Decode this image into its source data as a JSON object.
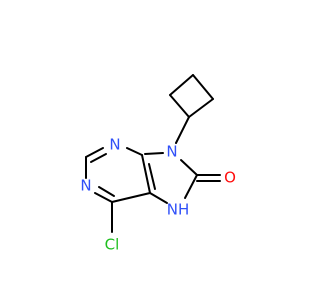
{
  "molecule": {
    "atoms": {
      "n_top_left": {
        "label": "N",
        "color": "#3050F8"
      },
      "n_left": {
        "label": "N",
        "color": "#3050F8"
      },
      "n9": {
        "label": "N",
        "color": "#3050F8"
      },
      "nh": {
        "label": "NH",
        "color": "#3050F8"
      },
      "cl": {
        "label": "Cl",
        "color": "#1FBF1F"
      },
      "o": {
        "label": "O",
        "color": "#FF0D0D"
      }
    },
    "bond_color": "#000000"
  }
}
